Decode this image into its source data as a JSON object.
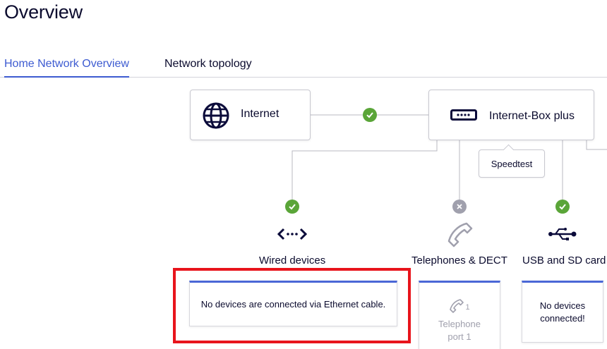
{
  "page": {
    "title": "Overview"
  },
  "tabs": [
    {
      "label": "Home Network Overview",
      "active": true
    },
    {
      "label": "Network topology",
      "active": false
    }
  ],
  "topology": {
    "internet": {
      "label": "Internet",
      "icon": "globe-icon"
    },
    "box": {
      "label": "Internet-Box plus",
      "icon": "router-icon"
    },
    "speedtest": {
      "label": "Speedtest"
    }
  },
  "categories": [
    {
      "label": "Wired devices",
      "icon": "ethernet-icon",
      "status": "ok",
      "message": "No devices are connected via Ethernet cable."
    },
    {
      "label": "Telephones & DECT",
      "icon": "phone-icon",
      "status": "disconnected",
      "port_label": "Telephone port 1",
      "port_number": "1"
    },
    {
      "label": "USB and SD card",
      "icon": "usb-icon",
      "status": "ok",
      "message": "No devices connected!"
    }
  ],
  "colors": {
    "accent": "#3d5bd1",
    "ok": "#5aa538",
    "disabled": "#a0a0ad",
    "highlight": "#e8141c"
  }
}
